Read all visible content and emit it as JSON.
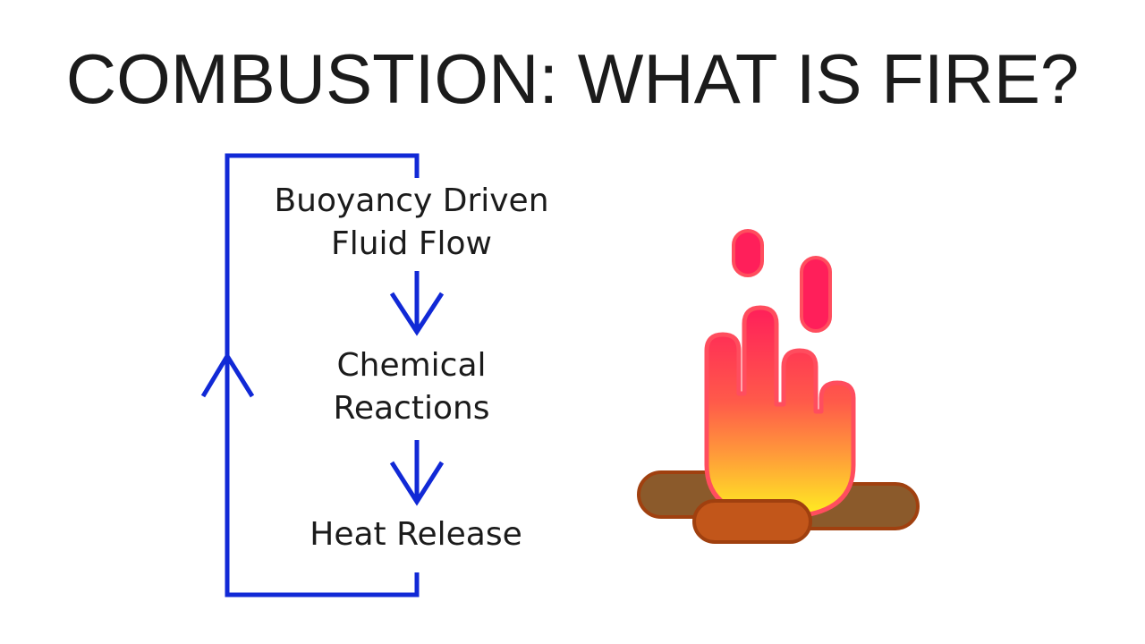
{
  "title": "COMBUSTION: WHAT IS FIRE?",
  "cycle": {
    "steps": [
      {
        "label": "Buoyancy Driven\nFluid Flow"
      },
      {
        "label": "Chemical\nReactions"
      },
      {
        "label": "Heat Release"
      }
    ]
  },
  "colors": {
    "arrow": "#1129d6",
    "text": "#1b1b1b",
    "flame_top": "#ff1f5a",
    "flame_mid": "#ff8a3d",
    "flame_bottom": "#fff021",
    "flame_outline": "#ff4d5e",
    "log_dark": "#8b5a2b",
    "log_front": "#c2561a",
    "log_outline": "#a0400f"
  },
  "icons": {
    "campfire": "campfire-icon"
  }
}
